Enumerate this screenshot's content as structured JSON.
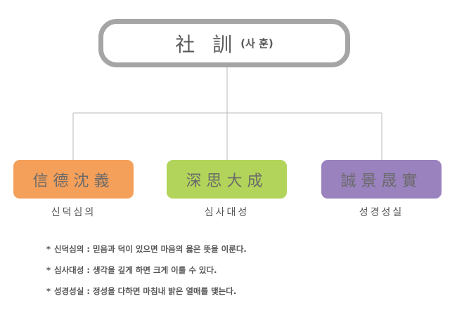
{
  "root": {
    "hanja": "社 訓",
    "hangul": "(사 훈)",
    "border_color": "#a5a5a5"
  },
  "values": [
    {
      "hanja": "信德沈義",
      "hangul": "신덕심의",
      "color": "#f5a05a"
    },
    {
      "hanja": "深思大成",
      "hangul": "심사대성",
      "color": "#b2d45a"
    },
    {
      "hanja": "誠景晟實",
      "hangul": "성경성실",
      "color": "#9a82be"
    }
  ],
  "notes": [
    {
      "bullet": "*",
      "text": "신덕심의 : 믿음과 덕이 있으면 마음의 옳은 뜻을 이룬다."
    },
    {
      "bullet": "*",
      "text": "심사대성 : 생각을 깊게 하면 크게 이룰 수 있다."
    },
    {
      "bullet": "*",
      "text": "성경성실 : 정성을 다하면 마침내 밝은 열매를 맺는다."
    }
  ]
}
